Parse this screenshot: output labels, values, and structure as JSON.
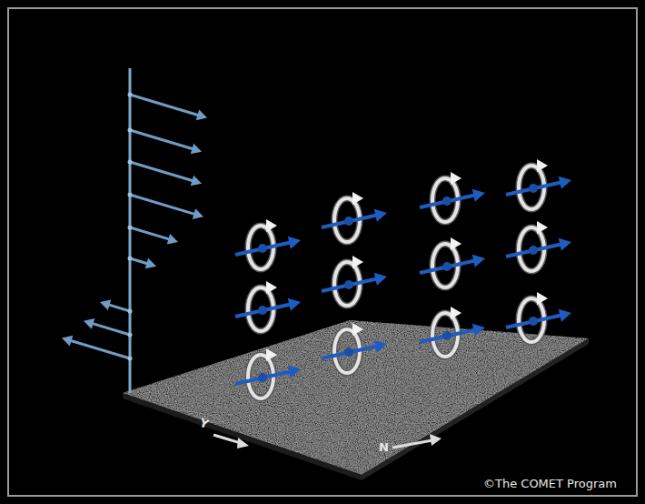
{
  "diagram": {
    "labels": [
      "Y",
      "N",
      "©The COMET Program"
    ]
  }
}
